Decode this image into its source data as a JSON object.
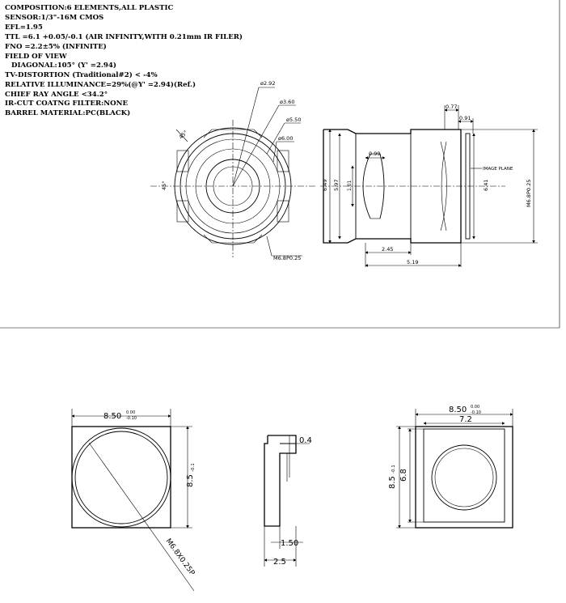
{
  "specs": {
    "composition": "COMPOSITION:6 ELEMENTS,ALL PLASTIC",
    "sensor": "SENSOR:1/3\"-16M CMOS",
    "efl": "EFL=1.95",
    "ttl": "TTL =6.1 +0.05/-0.1 (AIR INFINITY,WITH 0.21mm IR FILER)",
    "fno": "FNO =2.2±5% (INFINITE)",
    "fov": "FIELD OF VIEW",
    "diagonal": "DIAGONAL:105° (Y' =2.94)",
    "tv_distortion": "TV-DISTORTION (Traditional#2) < -4%",
    "rel_illum": "RELATIVE ILLUMINANCE=29%(@Y' =2.94)(Ref.)",
    "chief_ray": "CHIEF RAY ANGLE <34.2°",
    "ircut": "IR-CUT COATNG FILTER:NONE",
    "barrel": "BARREL MATERIAL:PC(BLACK)"
  },
  "front_view": {
    "d292": "ø2.92",
    "d360": "ø3.60",
    "d550": "ø5.50",
    "d600": "ø6.00",
    "thread": "M6.8P0.25",
    "angle_top": "45°",
    "angle_left": "45°"
  },
  "side_view": {
    "d077": "0.77",
    "d091": "0.91",
    "d099": "0.99",
    "d649": "6.49",
    "d597": "5.97",
    "d101": "1.01",
    "d641": "6.41",
    "image_plane": "IMAGE PLANE",
    "thread": "M6.8P0.25",
    "d245": "2.45",
    "d519": "5.19"
  },
  "holder_front": {
    "width": "8.50",
    "width_tol_upper": "0.00",
    "width_tol_lower": "-0.10",
    "height": "8.5",
    "height_tol": "-0.1",
    "thread": "M6.8X0.25P"
  },
  "holder_side": {
    "d04": "0.4",
    "d150": "1.50",
    "d25": "2.5"
  },
  "holder_back": {
    "width": "8.50",
    "width_tol_upper": "0.00",
    "width_tol_lower": "-0.10",
    "inner": "7.2",
    "height": "8.5",
    "height_tol": "-0.1",
    "inner_h": "6.8"
  }
}
